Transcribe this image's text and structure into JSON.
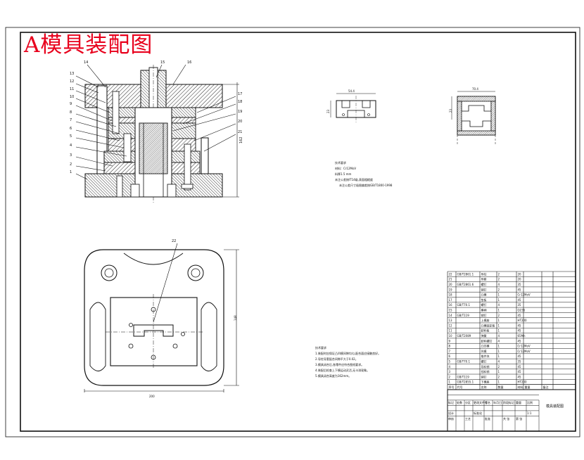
{
  "drawing": {
    "title": "A模具装配图",
    "part_numbers": {
      "left": [
        "13",
        "12",
        "11",
        "10",
        "9",
        "8",
        "7",
        "6",
        "5",
        "4",
        "3",
        "2",
        "1"
      ],
      "top": [
        "14",
        "15",
        "16"
      ],
      "right": [
        "17",
        "18",
        "19",
        "20",
        "21"
      ],
      "plan": "22"
    },
    "dimensions": {
      "assembly_height": "162",
      "plan_height": "148",
      "plan_width": "200",
      "part_a": [
        "54.4",
        "23"
      ],
      "part_b": [
        "70.4",
        "23"
      ]
    },
    "notes_1": [
      "技术要求",
      "材料：Cr12MoV",
      "料厚1.5 mm",
      "未注公差按IT14级,表面粗糙度",
      "未注公差尺寸极限偏差按GB/T1800-1998"
    ],
    "notes_2": [
      "技术要求",
      "1.装配时应保证凸凹模间隙均匀,配合面应接触良好。",
      "2.导柱导套配合间隙不大于0.02。",
      "3.模具闭合后,各零件应符合图纸要求。",
      "4.装配后检查上下模运动灵活,无卡滞现象。",
      "5.模具闭合高度为162mm。"
    ],
    "bom_rows": [
      {
        "no": "22",
        "code": "GB/T2861.1",
        "name": "导柱",
        "qty": "2",
        "mat": "20"
      },
      {
        "no": "21",
        "code": "",
        "name": "导套",
        "qty": "2",
        "mat": "20"
      },
      {
        "no": "20",
        "code": "GB/T2861.6",
        "name": "螺钉",
        "qty": "4",
        "mat": "35"
      },
      {
        "no": "19",
        "code": "",
        "name": "销钉",
        "qty": "2",
        "mat": "45"
      },
      {
        "no": "18",
        "code": "",
        "name": "凸模",
        "qty": "1",
        "mat": "Cr12MoV"
      },
      {
        "no": "17",
        "code": "",
        "name": "垫板",
        "qty": "1",
        "mat": "45"
      },
      {
        "no": "16",
        "code": "GB/T70.1",
        "name": "螺钉",
        "qty": "4",
        "mat": "35"
      },
      {
        "no": "15",
        "code": "",
        "name": "模柄",
        "qty": "1",
        "mat": "Q235"
      },
      {
        "no": "14",
        "code": "GB/T119",
        "name": "销钉",
        "qty": "2",
        "mat": "45"
      },
      {
        "no": "13",
        "code": "",
        "name": "上模座",
        "qty": "1",
        "mat": "HT200"
      },
      {
        "no": "12",
        "code": "",
        "name": "凸模固定板",
        "qty": "1",
        "mat": "45"
      },
      {
        "no": "11",
        "code": "",
        "name": "卸料板",
        "qty": "1",
        "mat": "45"
      },
      {
        "no": "10",
        "code": "GB/T2089",
        "name": "弹簧",
        "qty": "4",
        "mat": "65Mn"
      },
      {
        "no": "9",
        "code": "",
        "name": "卸料螺钉",
        "qty": "4",
        "mat": "45"
      },
      {
        "no": "8",
        "code": "",
        "name": "凸凹模",
        "qty": "1",
        "mat": "Cr12MoV"
      },
      {
        "no": "7",
        "code": "",
        "name": "凹模",
        "qty": "1",
        "mat": "Cr12MoV"
      },
      {
        "no": "6",
        "code": "",
        "name": "推件块",
        "qty": "1",
        "mat": "45"
      },
      {
        "no": "5",
        "code": "GB/T70.1",
        "name": "螺钉",
        "qty": "4",
        "mat": "35"
      },
      {
        "no": "4",
        "code": "",
        "name": "导料销",
        "qty": "2",
        "mat": "45"
      },
      {
        "no": "3",
        "code": "",
        "name": "挡料销",
        "qty": "1",
        "mat": "45"
      },
      {
        "no": "2",
        "code": "GB/T119",
        "name": "销钉",
        "qty": "2",
        "mat": "45"
      },
      {
        "no": "1",
        "code": "GB/T2855.1",
        "name": "下模座",
        "qty": "1",
        "mat": "HT200"
      }
    ],
    "bom_header": {
      "no": "序号",
      "code": "代号",
      "name": "名称",
      "qty": "数量",
      "mat": "材料",
      "wt": "重量",
      "note": "备注"
    },
    "title_block": {
      "name": "模具装配图",
      "cells": [
        "标记",
        "处数",
        "分区",
        "更改文件号",
        "签名",
        "年月日",
        "设计",
        "标准化",
        "阶段标记",
        "重量",
        "比例",
        "审核",
        "工艺",
        "批准",
        "共 张",
        "第 张",
        "1:1"
      ]
    }
  }
}
